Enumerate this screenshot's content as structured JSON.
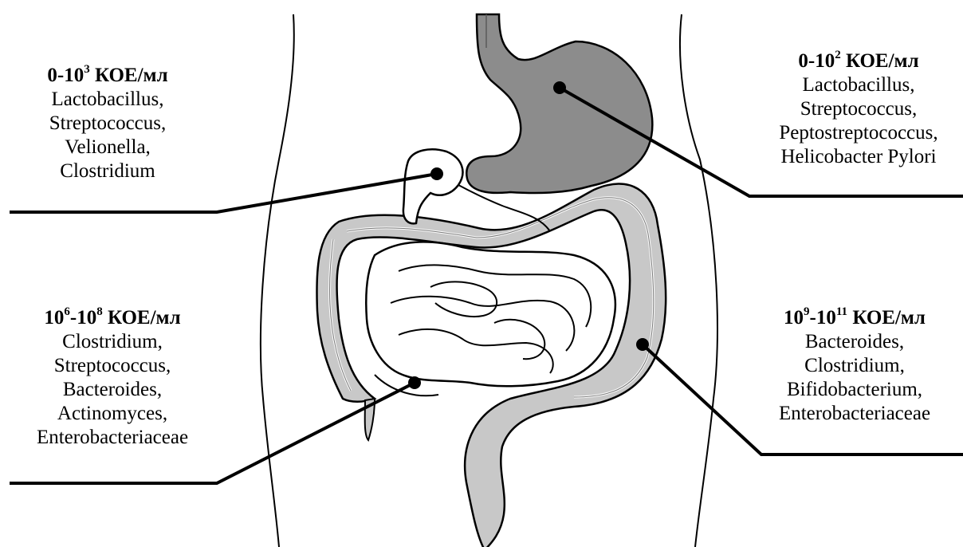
{
  "colors": {
    "stomach": "#8c8c8c",
    "colon": "#c8c8c8",
    "small_intestine": "#ffffff",
    "outline": "#000000",
    "leader_line": "#000000"
  },
  "labels": {
    "upper_left": {
      "title": {
        "base": "0-10",
        "exp": "3",
        "unit": " КОЕ/мл"
      },
      "items": [
        "Lactobacillus,",
        "Streptococcus,",
        "Velionella,",
        "Clostridium"
      ]
    },
    "upper_right": {
      "title": {
        "base": "0-10",
        "exp": "2",
        "unit": " КОЕ/мл"
      },
      "items": [
        "Lactobacillus,",
        "Streptococcus,",
        "Peptostreptococcus,",
        "Helicobacter Pylori"
      ]
    },
    "lower_left": {
      "title": {
        "base1": "10",
        "exp1": "6",
        "mid": "-10",
        "exp2": "8",
        "unit": " КОЕ/мл"
      },
      "items": [
        "Clostridium,",
        "Streptococcus,",
        "Bacteroides,",
        "Actinomyces,",
        "Enterobacteriaceae"
      ]
    },
    "lower_right": {
      "title": {
        "base1": "10",
        "exp1": "9",
        "mid": "-10",
        "exp2": "11",
        "unit": " КОЕ/мл"
      },
      "items": [
        "Bacteroides,",
        "Clostridium,",
        "Bifidobacterium,",
        "Enterobacteriaceae"
      ]
    }
  }
}
